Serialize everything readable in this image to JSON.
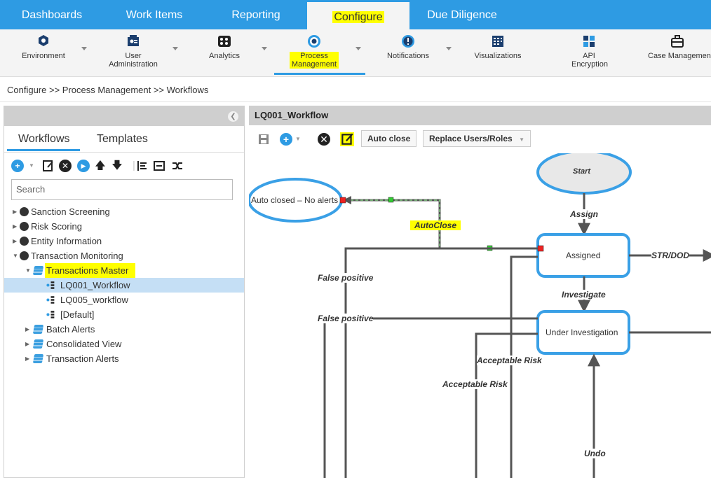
{
  "top_nav": {
    "tabs": [
      {
        "label": "Dashboards"
      },
      {
        "label": "Work Items"
      },
      {
        "label": "Reporting"
      },
      {
        "label": "Configure"
      },
      {
        "label": "Due Diligence"
      }
    ]
  },
  "sub_nav": {
    "items": [
      {
        "label": "Environment",
        "icon": "environment-icon"
      },
      {
        "label": "User Administration",
        "icon": "user-admin-icon"
      },
      {
        "label": "Analytics",
        "icon": "analytics-icon"
      },
      {
        "label": "Process Management",
        "icon": "process-icon"
      },
      {
        "label": "Notifications",
        "icon": "notifications-icon"
      },
      {
        "label": "Visualizations",
        "icon": "visualizations-icon"
      },
      {
        "label": "API Encryption",
        "icon": "api-icon"
      },
      {
        "label": "Case Management",
        "icon": "briefcase-icon"
      }
    ]
  },
  "breadcrumb": "Configure >> Process Management >> Workflows",
  "left_panel": {
    "tabs": [
      "Workflows",
      "Templates"
    ],
    "search_placeholder": "Search",
    "tree": [
      {
        "label": "Sanction Screening"
      },
      {
        "label": "Risk Scoring"
      },
      {
        "label": "Entity Information"
      },
      {
        "label": "Transaction Monitoring"
      },
      {
        "label": "Transactions Master"
      },
      {
        "label": "LQ001_Workflow"
      },
      {
        "label": "LQ005_workflow"
      },
      {
        "label": "[Default]"
      },
      {
        "label": "Batch Alerts"
      },
      {
        "label": "Consolidated View"
      },
      {
        "label": "Transaction Alerts"
      }
    ]
  },
  "workflow": {
    "title": "LQ001_Workflow",
    "buttons": {
      "auto_close": "Auto close",
      "replace_users": "Replace Users/Roles"
    },
    "states": {
      "start": "Start",
      "assigned": "Assigned",
      "under_investigation": "Under Investigation",
      "auto_closed": "Auto closed – No alerts"
    },
    "transitions": {
      "assign": "Assign",
      "auto_close": "AutoClose",
      "str_dod": "STR/DOD",
      "investigate": "Investigate",
      "false_positive_1": "False positive",
      "false_positive_2": "False positive",
      "acceptable_risk_1": "Acceptable Risk",
      "acceptable_risk_2": "Acceptable Risk",
      "undo": "Undo"
    }
  },
  "colors": {
    "nav_blue": "#2e9be3",
    "highlight": "#ffff00",
    "state_border": "#3aa0e6",
    "selected_row": "#c5dff5",
    "edge_green": "#3a7d3a"
  }
}
